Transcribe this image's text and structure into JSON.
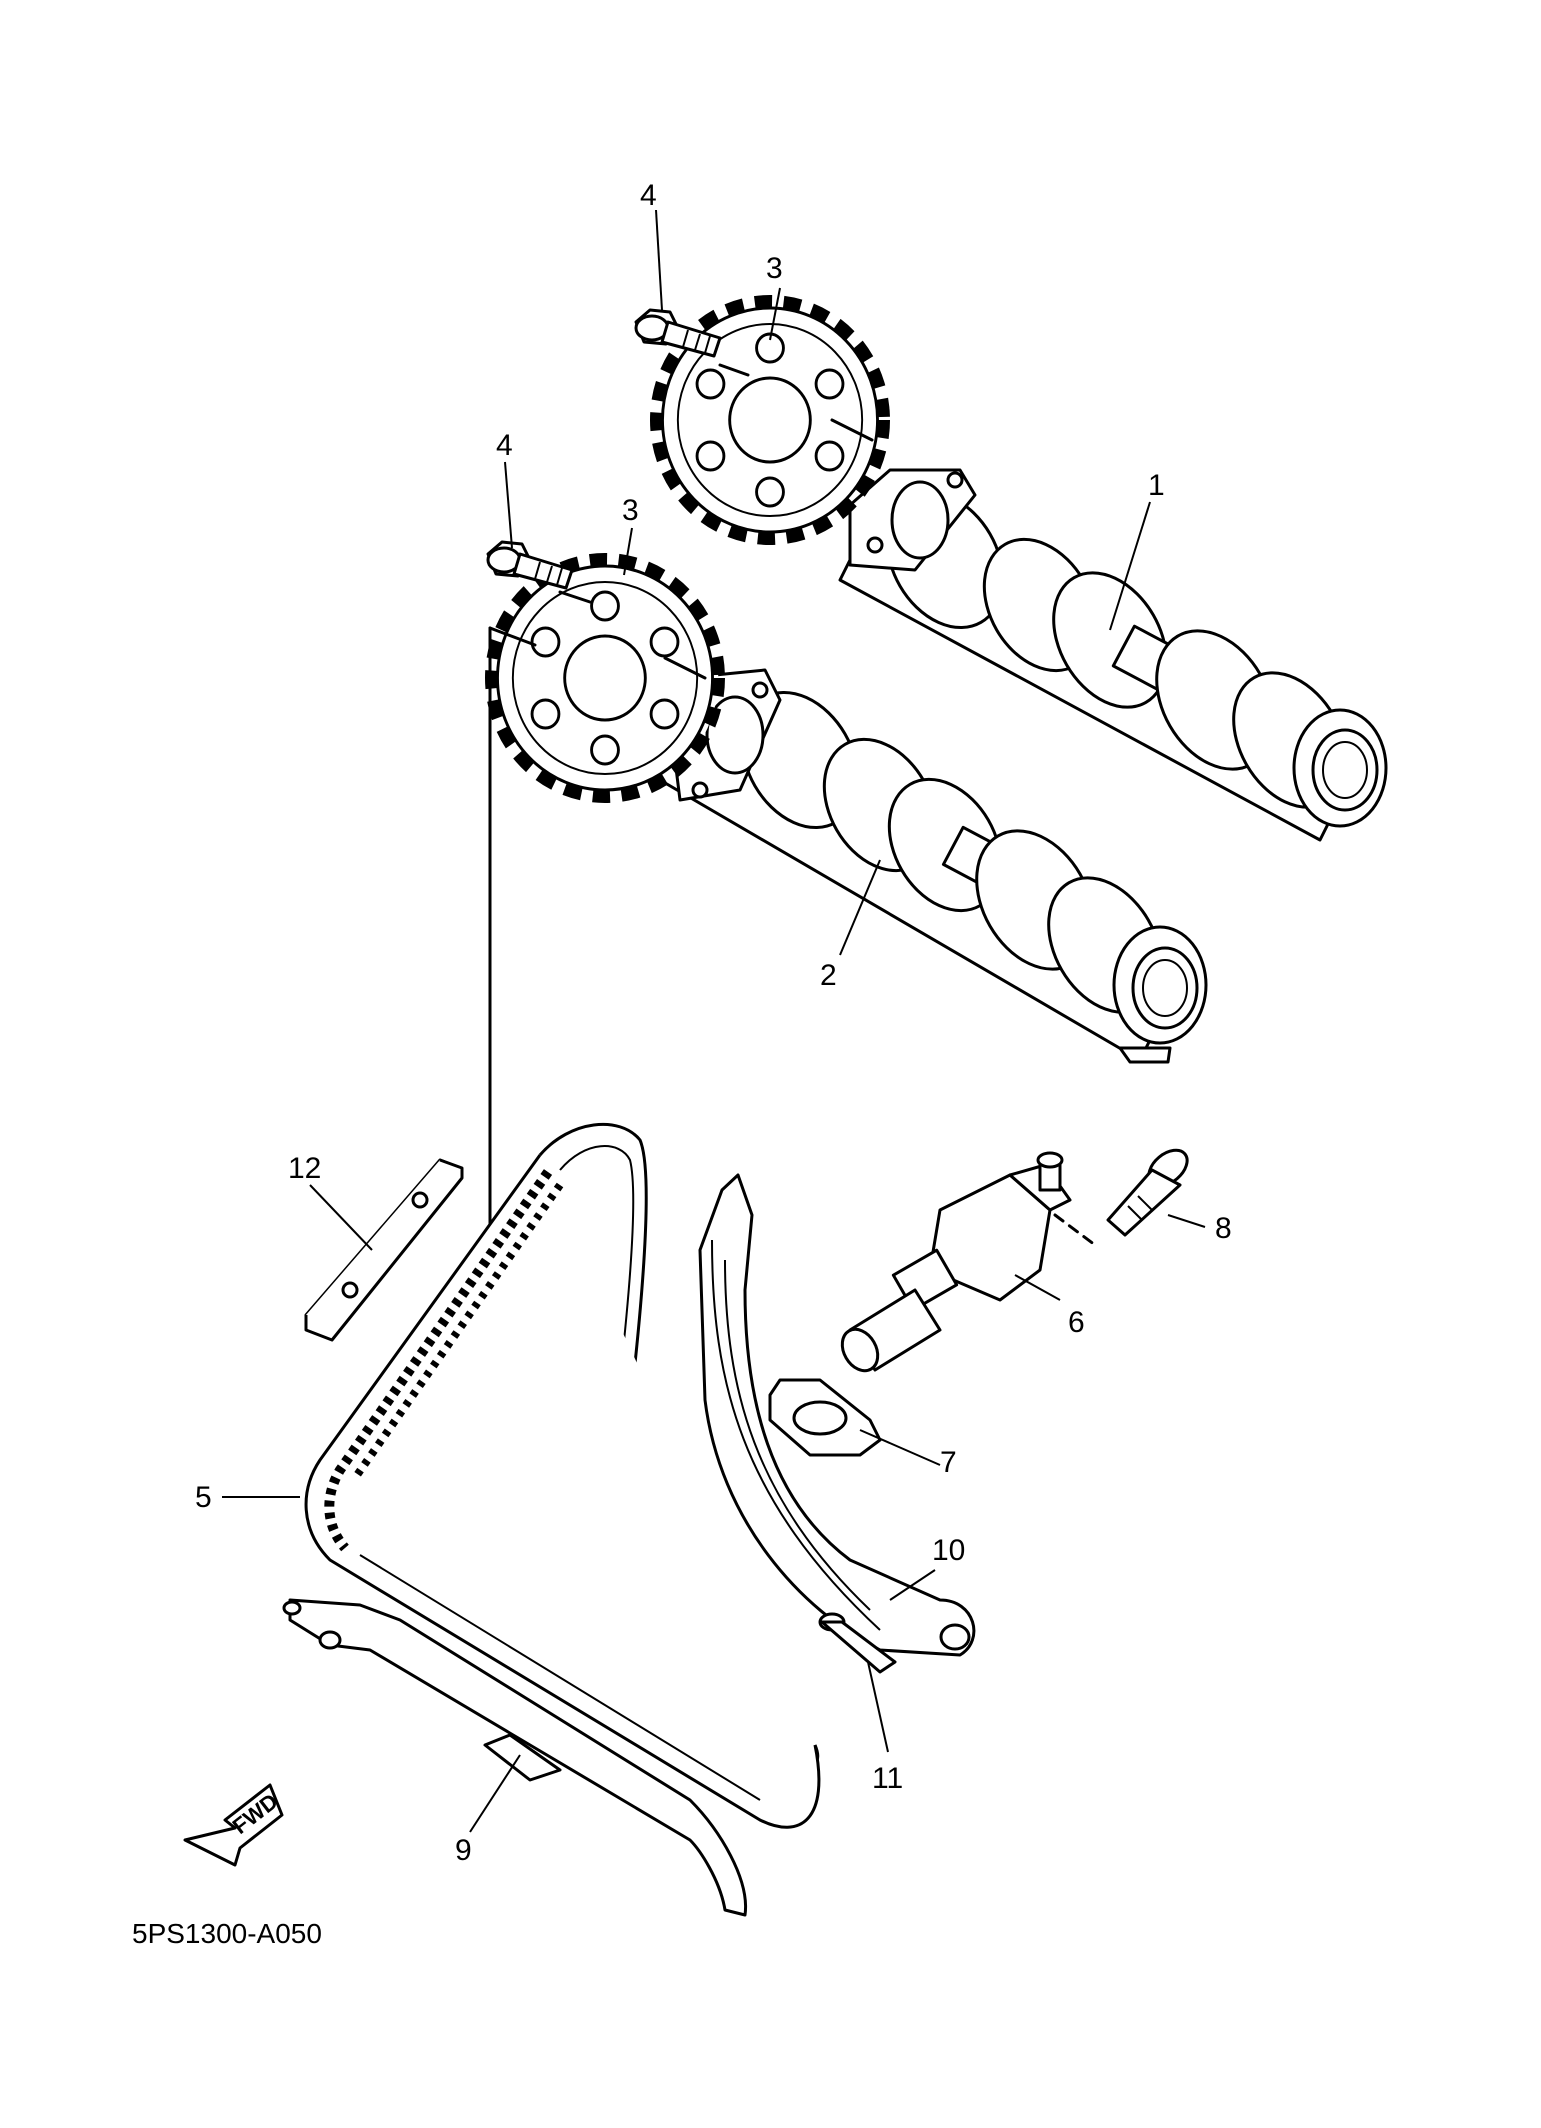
{
  "diagram": {
    "code": "5PS1300-A050",
    "fwd_label": "FWD",
    "callouts": {
      "c1": "1",
      "c2": "2",
      "c3a": "3",
      "c3b": "3",
      "c4a": "4",
      "c4b": "4",
      "c5": "5",
      "c6": "6",
      "c7": "7",
      "c8": "8",
      "c9": "9",
      "c10": "10",
      "c11": "11",
      "c12": "12"
    }
  }
}
